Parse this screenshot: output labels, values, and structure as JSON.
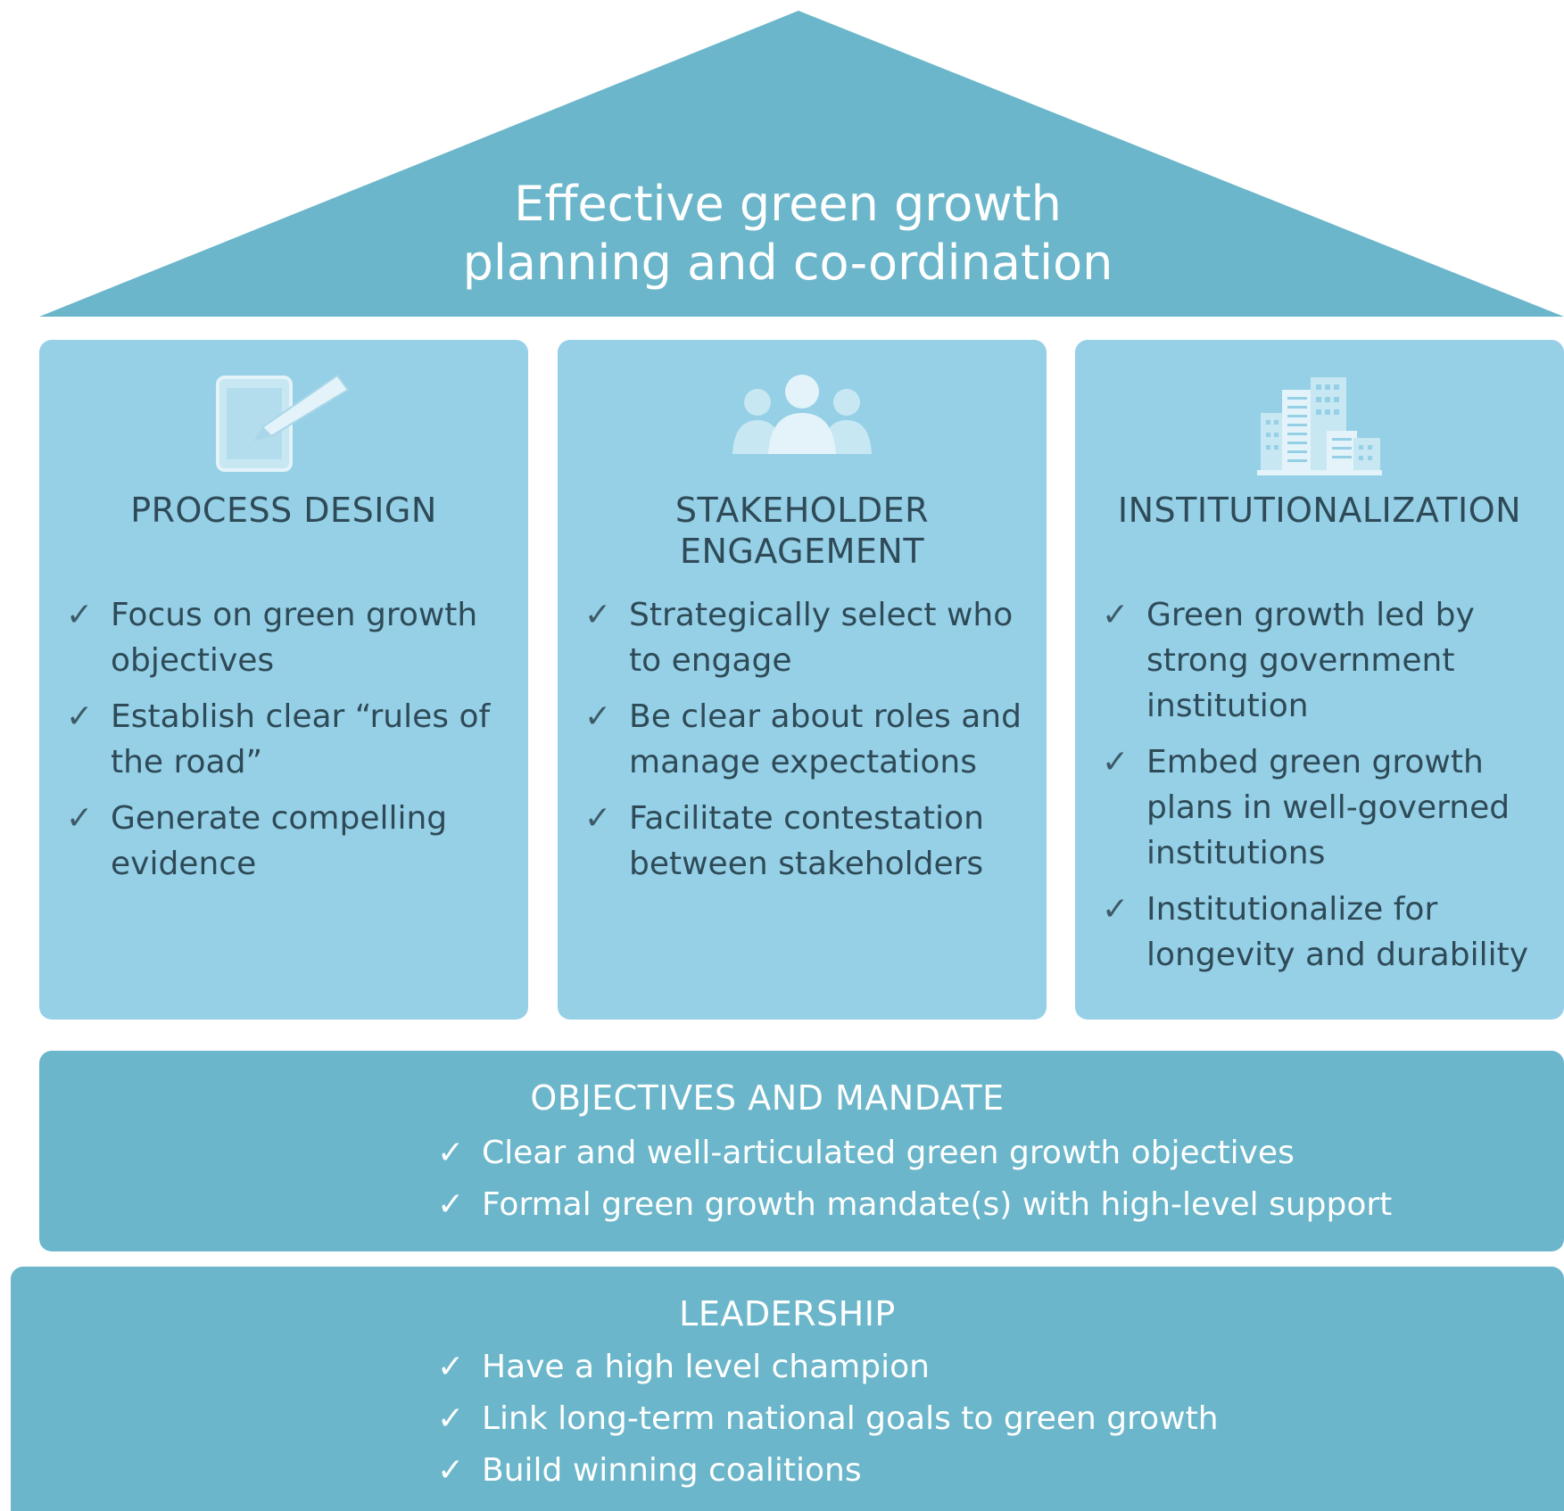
{
  "roof": {
    "title_line1": "Effective green growth",
    "title_line2": "planning and co-ordination"
  },
  "pillars": [
    {
      "icon": "tablet-pencil-icon",
      "heading_lines": [
        "PROCESS DESIGN"
      ],
      "items": [
        {
          "check": "✓",
          "text": "Focus on green growth objectives"
        },
        {
          "check": "✓",
          "text": "Establish clear “rules of the road”"
        },
        {
          "check": "✓",
          "text": "Generate compelling evidence"
        }
      ]
    },
    {
      "icon": "people-group-icon",
      "heading_lines": [
        "STAKEHOLDER",
        "ENGAGEMENT"
      ],
      "items": [
        {
          "check": "✓",
          "text": "Strategically select who to engage"
        },
        {
          "check": "✓",
          "text": "Be clear about roles and manage expectations"
        },
        {
          "check": "✓",
          "text": "Facilitate contestation between stakeholders"
        }
      ]
    },
    {
      "icon": "city-buildings-icon",
      "heading_lines": [
        "INSTITUTIONALIZATION"
      ],
      "items": [
        {
          "check": "✓",
          "text": "Green growth led by strong government institution"
        },
        {
          "check": "✓",
          "text": "Embed green growth plans in well-governed institutions"
        },
        {
          "check": "✓",
          "text": "Institutionalize for longevity and durability"
        }
      ]
    }
  ],
  "objectives": {
    "heading": "OBJECTIVES AND MANDATE",
    "items": [
      {
        "check": "✓",
        "text": "Clear and well-articulated green growth objectives"
      },
      {
        "check": "✓",
        "text": "Formal green growth mandate(s) with high-level support"
      }
    ]
  },
  "leadership": {
    "heading": "LEADERSHIP",
    "items": [
      {
        "check": "✓",
        "text": "Have a high level champion"
      },
      {
        "check": "✓",
        "text": "Link long-term national goals to green growth"
      },
      {
        "check": "✓",
        "text": "Build winning coalitions"
      }
    ]
  },
  "colors": {
    "roof": "#6bb6ca",
    "pillar": "#95d0e7",
    "band": "#6bb6ca",
    "pillar_text": "#2f4a57",
    "band_text": "#ffffff"
  }
}
